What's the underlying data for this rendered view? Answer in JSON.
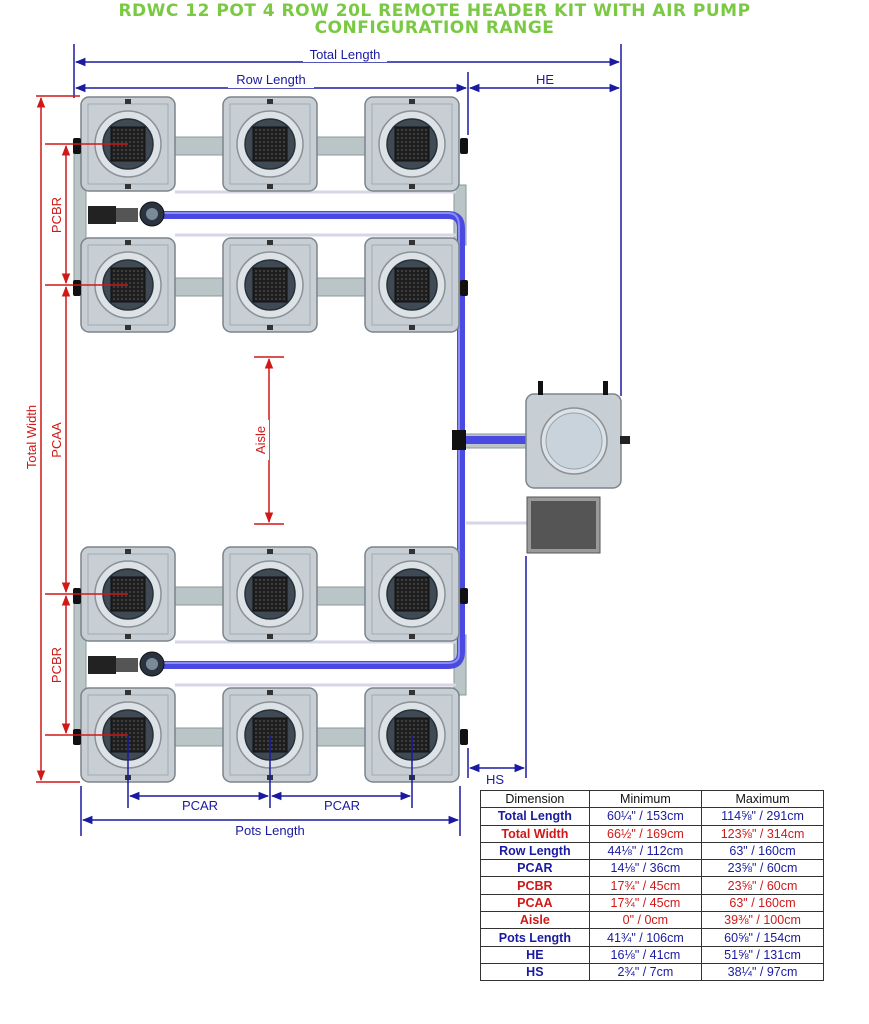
{
  "title": {
    "line1": "RDWC 12 POT 4 ROW 20L REMOTE HEADER KIT WITH AIR PUMP",
    "line2": "CONFIGURATION RANGE"
  },
  "labels": {
    "total_length": "Total Length",
    "row_length": "Row Length",
    "he": "HE",
    "total_width": "Total Width",
    "pcbr_top": "PCBR",
    "pcaa": "PCAA",
    "aisle": "Aisle",
    "pcbr_bottom": "PCBR",
    "hs": "HS",
    "pcar_left": "PCAR",
    "pcar_right": "PCAR",
    "pots_length": "Pots Length"
  },
  "colors": {
    "title": "#7ac943",
    "blue_dim": "#1a1aa0",
    "red_dim": "#d01818",
    "tube": "#4a4ae0",
    "pot": "#c7ced4"
  },
  "table": {
    "headers": [
      "Dimension",
      "Minimum",
      "Maximum"
    ],
    "rows": [
      {
        "dimension": "Total Length",
        "minimum": "60¼\" / 153cm",
        "maximum": "114⅝\" / 291cm",
        "color": "blue"
      },
      {
        "dimension": "Total Width",
        "minimum": "66½\" / 169cm",
        "maximum": "123⅝\" / 314cm",
        "color": "red"
      },
      {
        "dimension": "Row Length",
        "minimum": "44⅛\" / 112cm",
        "maximum": "63\" / 160cm",
        "color": "blue"
      },
      {
        "dimension": "PCAR",
        "minimum": "14⅛\" / 36cm",
        "maximum": "23⅝\" / 60cm",
        "color": "blue"
      },
      {
        "dimension": "PCBR",
        "minimum": "17¾\" / 45cm",
        "maximum": "23⅝\" / 60cm",
        "color": "red"
      },
      {
        "dimension": "PCAA",
        "minimum": "17¾\" / 45cm",
        "maximum": "63\" / 160cm",
        "color": "red"
      },
      {
        "dimension": "Aisle",
        "minimum": "0\" / 0cm",
        "maximum": "39⅜\" / 100cm",
        "color": "red"
      },
      {
        "dimension": "Pots Length",
        "minimum": "41¾\" / 106cm",
        "maximum": "60⅝\" / 154cm",
        "color": "blue"
      },
      {
        "dimension": "HE",
        "minimum": "16⅛\" / 41cm",
        "maximum": "51⅝\" / 131cm",
        "color": "blue"
      },
      {
        "dimension": "HS",
        "minimum": "2¾\" / 7cm",
        "maximum": "38¼\" / 97cm",
        "color": "blue"
      }
    ]
  }
}
